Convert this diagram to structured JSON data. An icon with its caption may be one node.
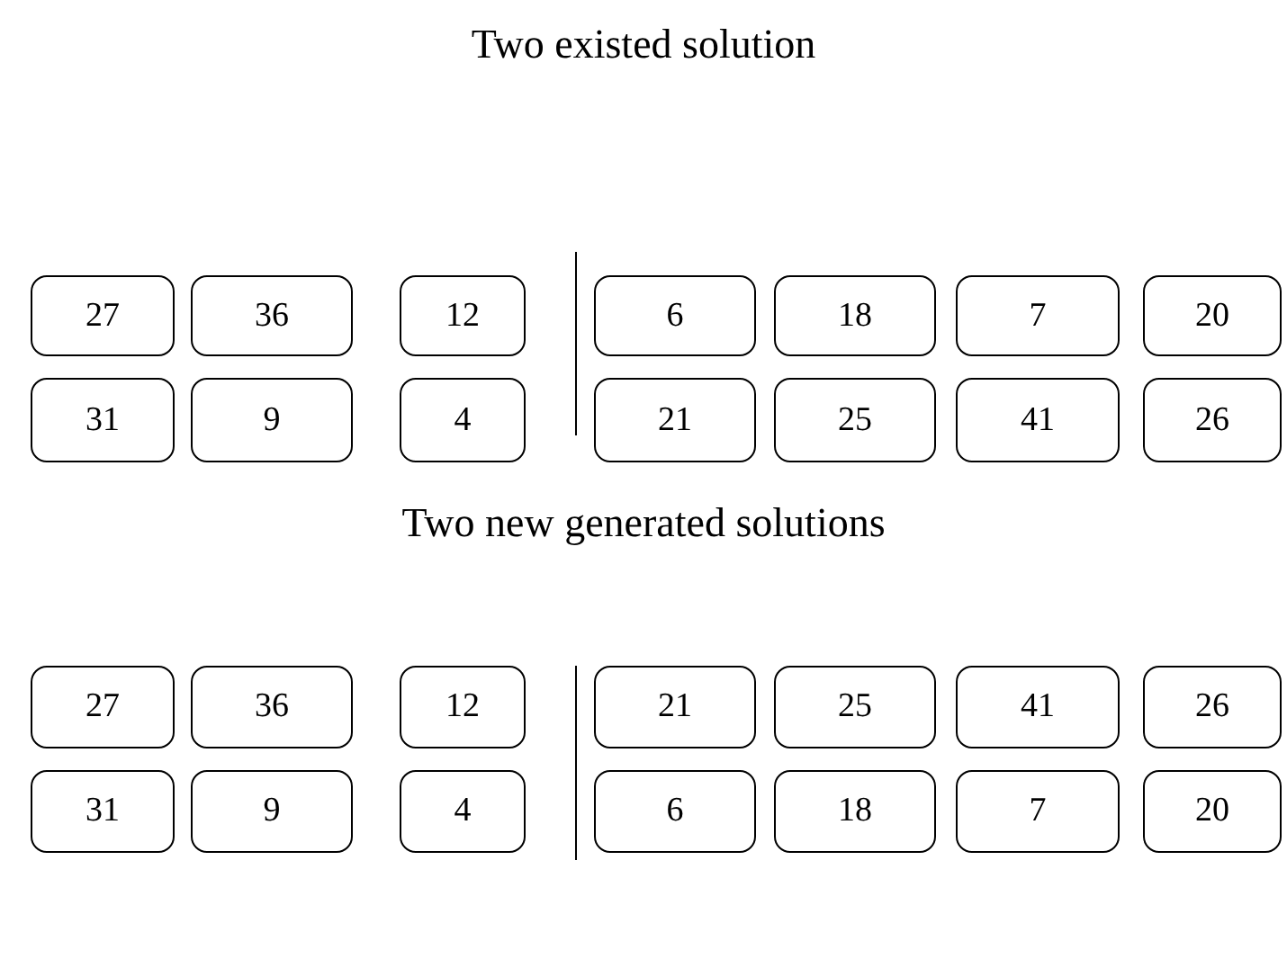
{
  "diagram": {
    "labels": [
      "Two existed solution",
      "Two new generated solutions"
    ],
    "nodes": [
      {
        "text": [
          "27"
        ]
      },
      {
        "text": [
          "36"
        ]
      },
      {
        "text": [
          "12"
        ]
      },
      {
        "text": [
          "6"
        ]
      },
      {
        "text": [
          "18"
        ]
      },
      {
        "text": [
          "7"
        ]
      },
      {
        "text": [
          "20"
        ]
      },
      {
        "text": [
          "31"
        ]
      },
      {
        "text": [
          "9"
        ]
      },
      {
        "text": [
          "4"
        ]
      },
      {
        "text": [
          "21"
        ]
      },
      {
        "text": [
          "25"
        ]
      },
      {
        "text": [
          "41"
        ]
      },
      {
        "text": [
          "26"
        ]
      },
      {
        "text": [
          "27"
        ]
      },
      {
        "text": [
          "36"
        ]
      },
      {
        "text": [
          "12"
        ]
      },
      {
        "text": [
          "21"
        ]
      },
      {
        "text": [
          "25"
        ]
      },
      {
        "text": [
          "41"
        ]
      },
      {
        "text": [
          "26"
        ]
      },
      {
        "text": [
          "31"
        ]
      },
      {
        "text": [
          "9"
        ]
      },
      {
        "text": [
          "4"
        ]
      },
      {
        "text": [
          "6"
        ]
      },
      {
        "text": [
          "18"
        ]
      },
      {
        "text": [
          "7"
        ]
      },
      {
        "text": [
          "20"
        ]
      }
    ]
  }
}
